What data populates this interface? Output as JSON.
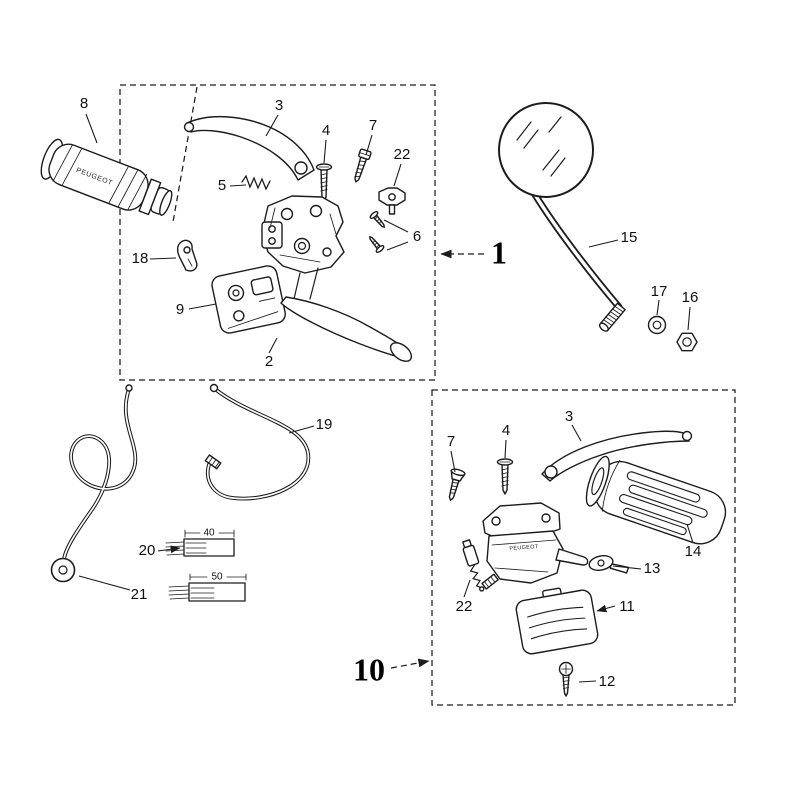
{
  "page": {
    "background": "#ffffff"
  },
  "diagram": {
    "type": "exploded-parts-diagram",
    "brand_text": "PEUGEOT",
    "groups": {
      "group1_label": "1",
      "group10_label": "10"
    },
    "callouts": {
      "c8": "8",
      "c3_top": "3",
      "c4_top": "4",
      "c7_top": "7",
      "c22_top": "22",
      "c5": "5",
      "c6": "6",
      "c18": "18",
      "c9": "9",
      "c2": "2",
      "c15": "15",
      "c17": "17",
      "c16": "16",
      "c19": "19",
      "c20": "20",
      "c21": "21",
      "dim40": "40",
      "dim50": "50",
      "c7_bottom": "7",
      "c4_bottom": "4",
      "c3_bottom": "3",
      "c14": "14",
      "c13": "13",
      "c22_bottom": "22",
      "c11": "11",
      "c12": "12"
    }
  }
}
